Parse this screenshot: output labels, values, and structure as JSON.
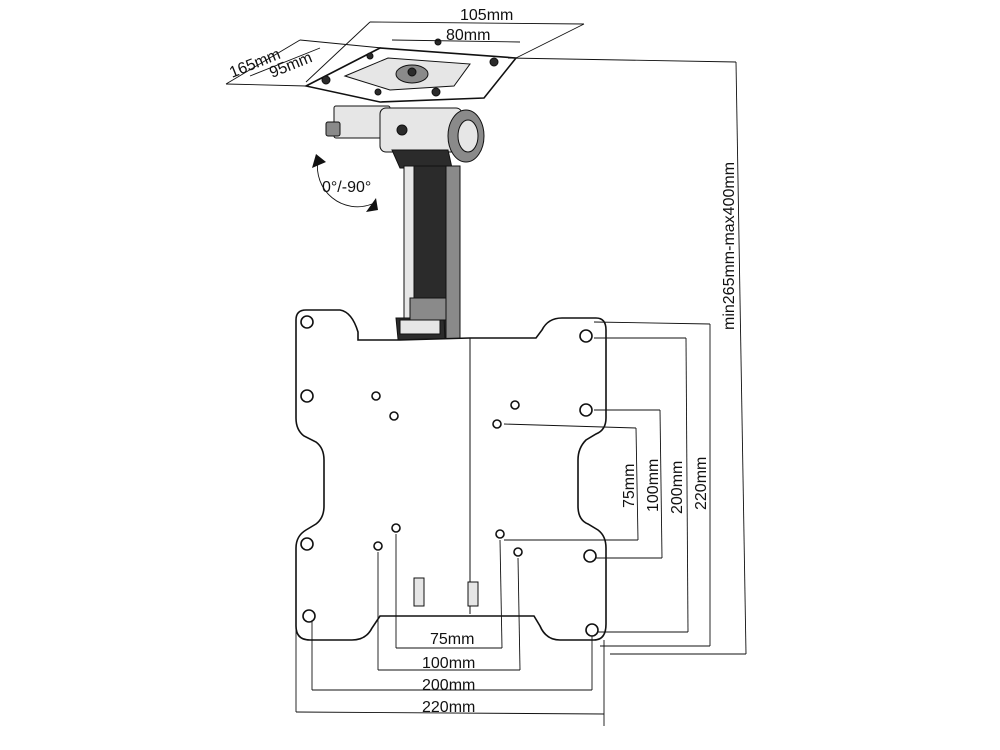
{
  "labels": {
    "top_width_outer": "105mm",
    "top_width_inner": "80mm",
    "top_depth_outer": "165mm",
    "top_depth_inner": "95mm",
    "rotation": "0°/-90°",
    "height_range": "min265mm-max400mm",
    "vert_75": "75mm",
    "vert_100": "100mm",
    "vert_200": "200mm",
    "vert_220": "220mm",
    "horiz_75": "75mm",
    "horiz_100": "100mm",
    "horiz_200": "200mm",
    "horiz_220": "220mm"
  }
}
